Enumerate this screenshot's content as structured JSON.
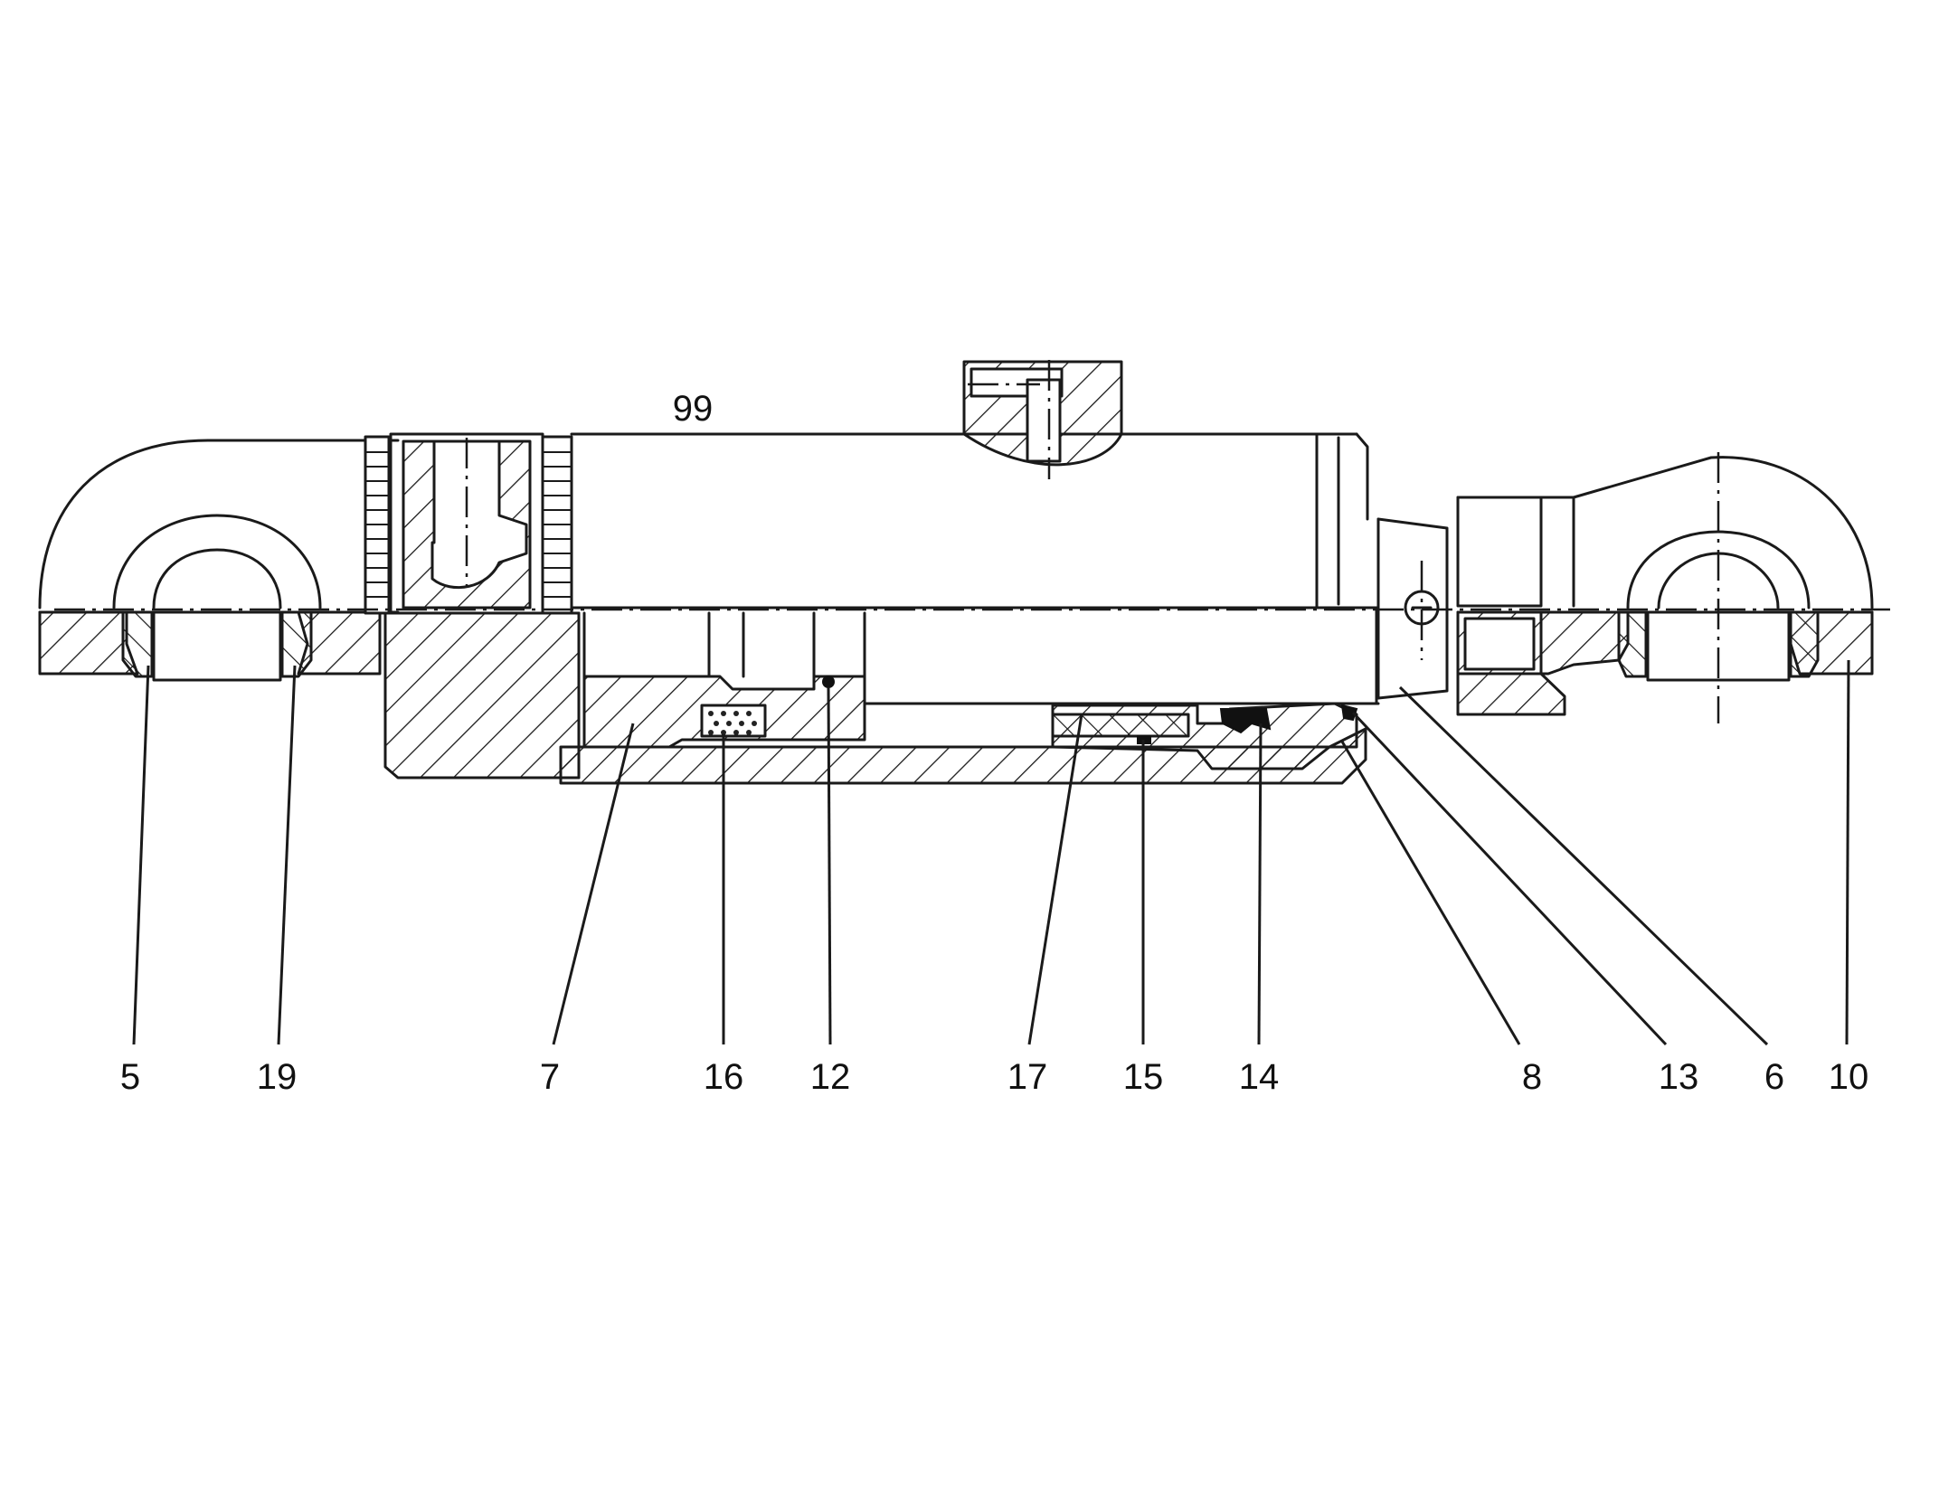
{
  "diagram": {
    "label_top": "99",
    "callouts": [
      "5",
      "19",
      "7",
      "16",
      "12",
      "17",
      "15",
      "14",
      "8",
      "13",
      "6",
      "10"
    ]
  }
}
